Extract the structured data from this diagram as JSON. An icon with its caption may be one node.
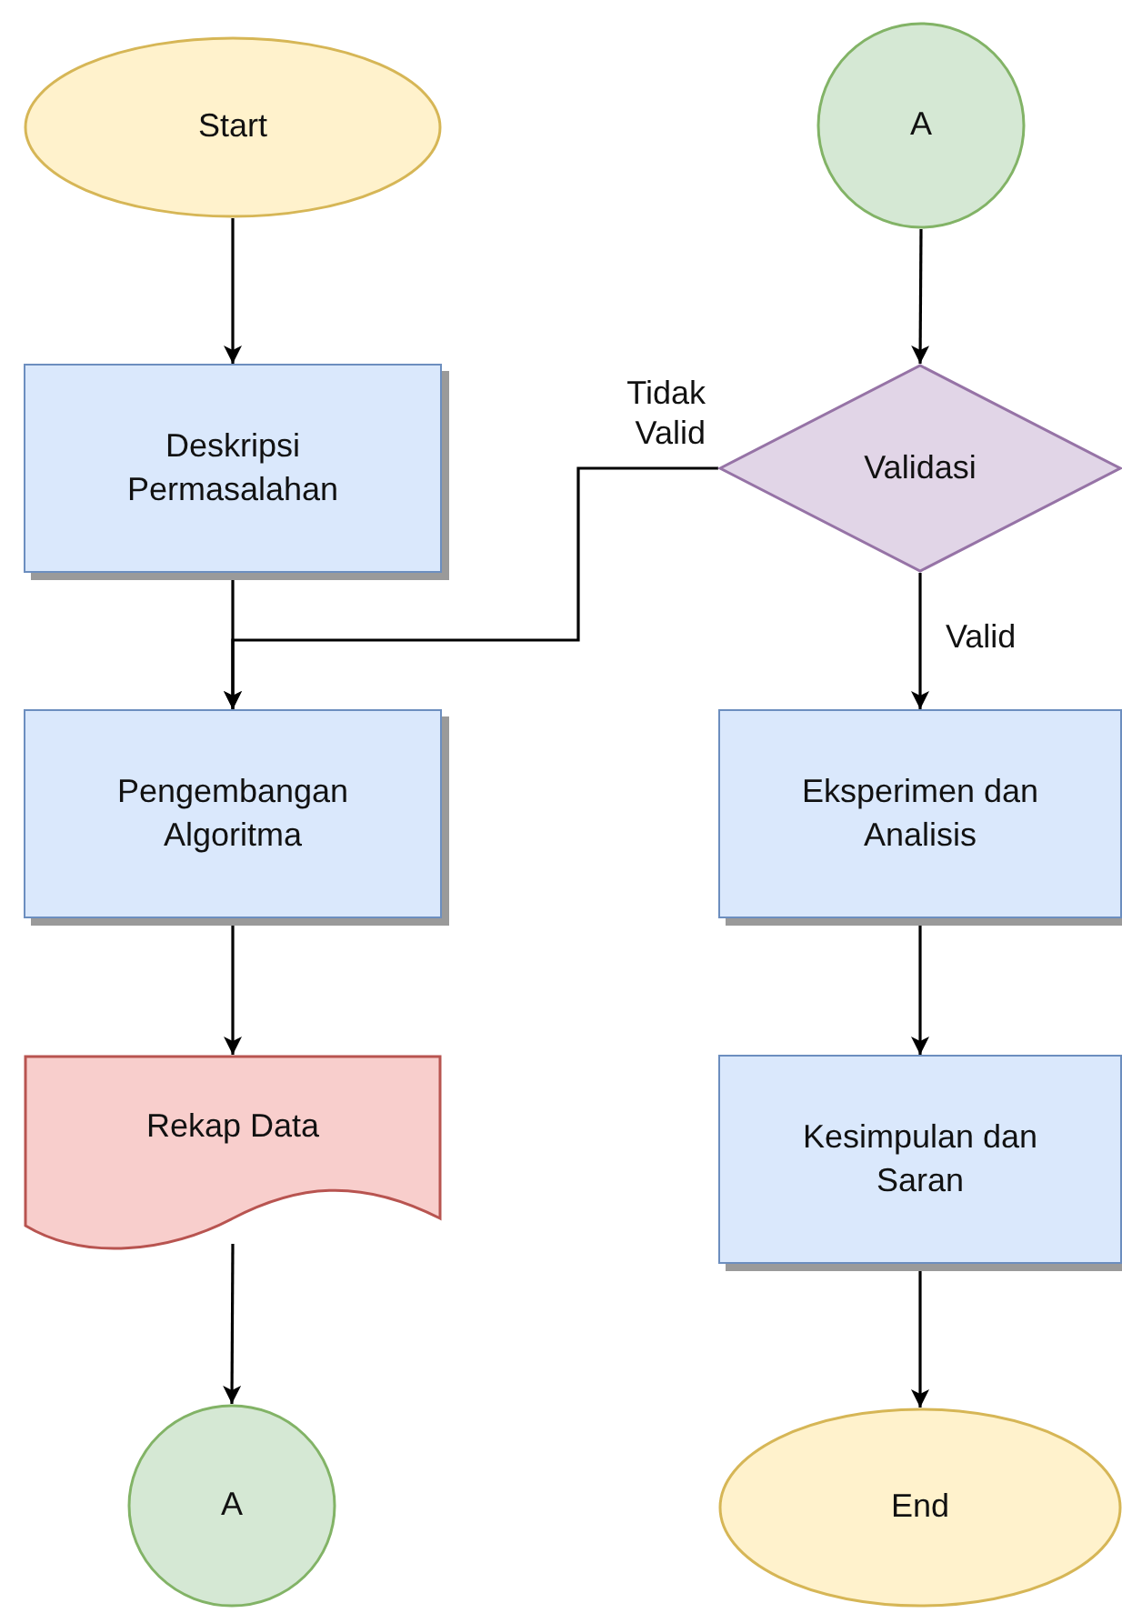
{
  "diagram": {
    "nodes": [
      {
        "text": [
          "Start"
        ]
      },
      {
        "text": [
          "Deskripsi Permasalahan"
        ]
      },
      {
        "text": [
          "Pengembangan Algoritma"
        ]
      },
      {
        "text": [
          "Rekap Data"
        ]
      },
      {
        "text": [
          "A"
        ]
      },
      {
        "text": [
          "A"
        ]
      },
      {
        "text": [
          "Validasi"
        ]
      },
      {
        "text": [
          "Eksperimen dan Analisis"
        ]
      },
      {
        "text": [
          "Kesimpulan dan Saran"
        ]
      },
      {
        "text": [
          "End"
        ]
      }
    ],
    "edges": [
      {
        "from": 0,
        "to": 1,
        "arrow": "to"
      },
      {
        "from": 1,
        "to": 2,
        "arrow": "to"
      },
      {
        "from": 6,
        "to": 2,
        "arrow": "to",
        "label": "Tidak Valid"
      },
      {
        "from": 2,
        "to": 3,
        "arrow": "to"
      },
      {
        "from": 3,
        "to": 4,
        "arrow": "to"
      },
      {
        "from": 5,
        "to": 6,
        "arrow": "to"
      },
      {
        "from": 6,
        "to": 7,
        "arrow": "to",
        "label": "Valid"
      },
      {
        "from": 7,
        "to": 8,
        "arrow": "to"
      },
      {
        "from": 8,
        "to": 9,
        "arrow": "to"
      }
    ]
  }
}
